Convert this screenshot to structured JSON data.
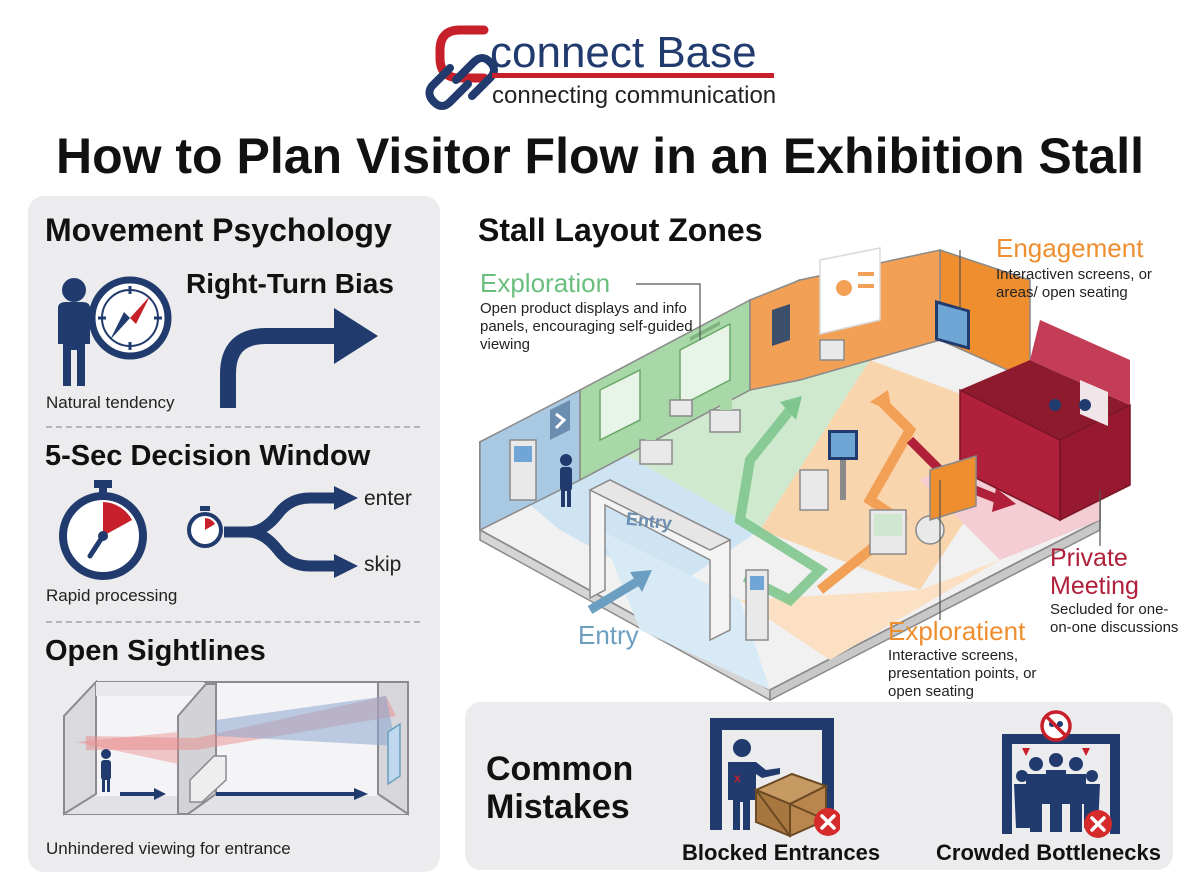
{
  "header": {
    "brand_name": "connect Base",
    "tagline": "connecting communication",
    "title": "How to Plan Visitor Flow in an Exhibition Stall"
  },
  "left_panel": {
    "movement_title": "Movement Psychology",
    "right_turn_label": "Right-Turn Bias",
    "natural_caption": "Natural tendency",
    "decision_title": "5-Sec Decision Window",
    "enter_label": "enter",
    "skip_label": "skip",
    "rapid_caption": "Rapid processing",
    "sightlines_title": "Open Sightlines",
    "sightlines_caption": "Unhindered viewing for entrance"
  },
  "zones": {
    "title": "Stall Layout Zones",
    "exploration_title": "Exploration",
    "exploration_desc": "Open product displays and info panels, encouraging self-guided viewing",
    "engagement_title": "Engagement",
    "engagement_desc": "Interactiven screens, or areas/ open seating",
    "private_title": "Private Meeting",
    "private_desc": "Secluded for one-on-one discussions",
    "explorient_title": "Exploratient",
    "explorient_desc": "Interactive screens, presentation points, or open seating",
    "entry_label": "Entry",
    "entry_sign": "Entry"
  },
  "common_mistakes": {
    "title": "Common Mistakes",
    "blocked_label": "Blocked Entrances",
    "crowded_label": "Crowded Bottlenecks"
  },
  "colors": {
    "navy": "#213b6e",
    "brand_red": "#c8202a",
    "exploration_green": "#6bbf7e",
    "engagement_orange": "#ee8e2f",
    "private_maroon": "#b0203b",
    "entry_blue": "#6b9ec0",
    "panel_gray": "#ececee"
  },
  "icons": [
    "person-icon",
    "compass-icon",
    "curved-arrow-icon",
    "stopwatch-icon",
    "fork-arrow-icon",
    "crate-icon",
    "crowd-icon",
    "no-entry-icon",
    "x-circle-icon"
  ]
}
